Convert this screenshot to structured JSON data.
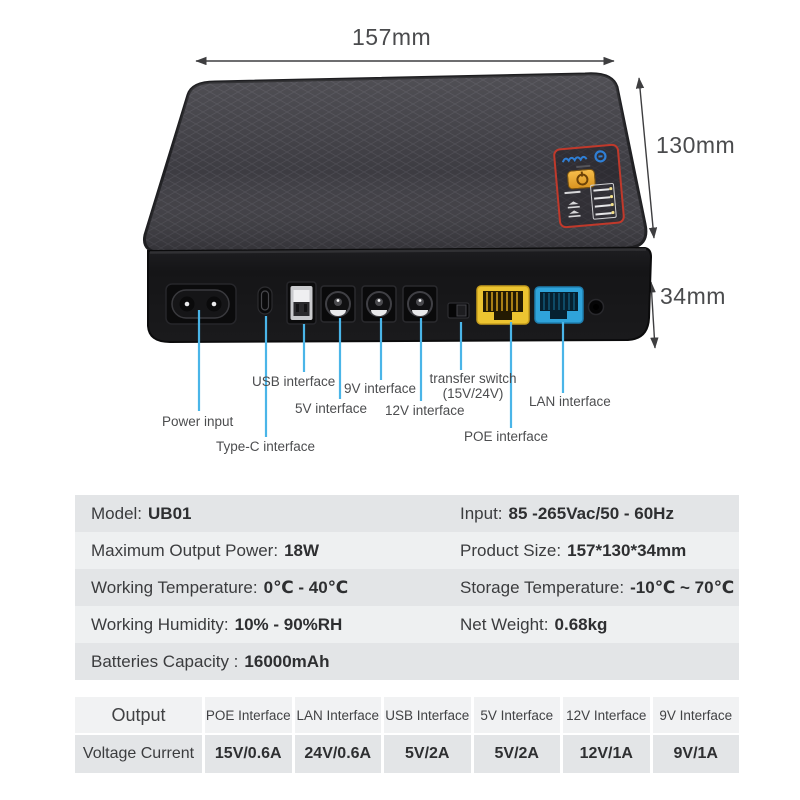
{
  "product_illustration": {
    "dimensions": {
      "width_label": "157mm",
      "height_label": "130mm",
      "thickness_label": "34mm"
    },
    "callouts": {
      "power": "Power input",
      "type_c": "Type-C interface",
      "usb": "USB interface",
      "v5": "5V interface",
      "v9": "9V interface",
      "v12": "12V interface",
      "transfer_line1": "transfer switch",
      "transfer_line2": "(15V/24V)",
      "poe": "POE interface",
      "lan": "LAN interface"
    },
    "colors": {
      "callout_line": "#4ab5e8",
      "dimension_line": "#3e3e40",
      "poe_port": "#ecc431",
      "lan_port": "#2fa3da",
      "power_button": "#eda534",
      "panel_border": "#c0392b"
    }
  },
  "specs": {
    "rows": [
      {
        "l_label": "Model:",
        "l_value": "UB01",
        "r_label": "Input:",
        "r_value": "85 -265Vac/50 - 60Hz"
      },
      {
        "l_label": "Maximum Output Power:",
        "l_value": "18W",
        "r_label": "Product Size:",
        "r_value": "157*130*34mm"
      },
      {
        "l_label": "Working Temperature:",
        "l_value": "0℃ - 40℃",
        "r_label": "Storage Temperature:",
        "r_value": "-10℃ ~ 70℃"
      },
      {
        "l_label": "Working Humidity:",
        "l_value": "10% - 90%RH",
        "r_label": "Net Weight:",
        "r_value": "0.68kg"
      },
      {
        "l_label": "Batteries Capacity :",
        "l_value": "16000mAh"
      }
    ]
  },
  "output_table": {
    "header": [
      "Output",
      "POE Interface",
      "LAN Interface",
      "USB Interface",
      "5V Interface",
      "12V Interface",
      "9V Interface"
    ],
    "row_label": "Voltage Current",
    "values": [
      "15V/0.6A",
      "24V/0.6A",
      "5V/2A",
      "5V/2A",
      "12V/1A",
      "9V/1A"
    ]
  }
}
